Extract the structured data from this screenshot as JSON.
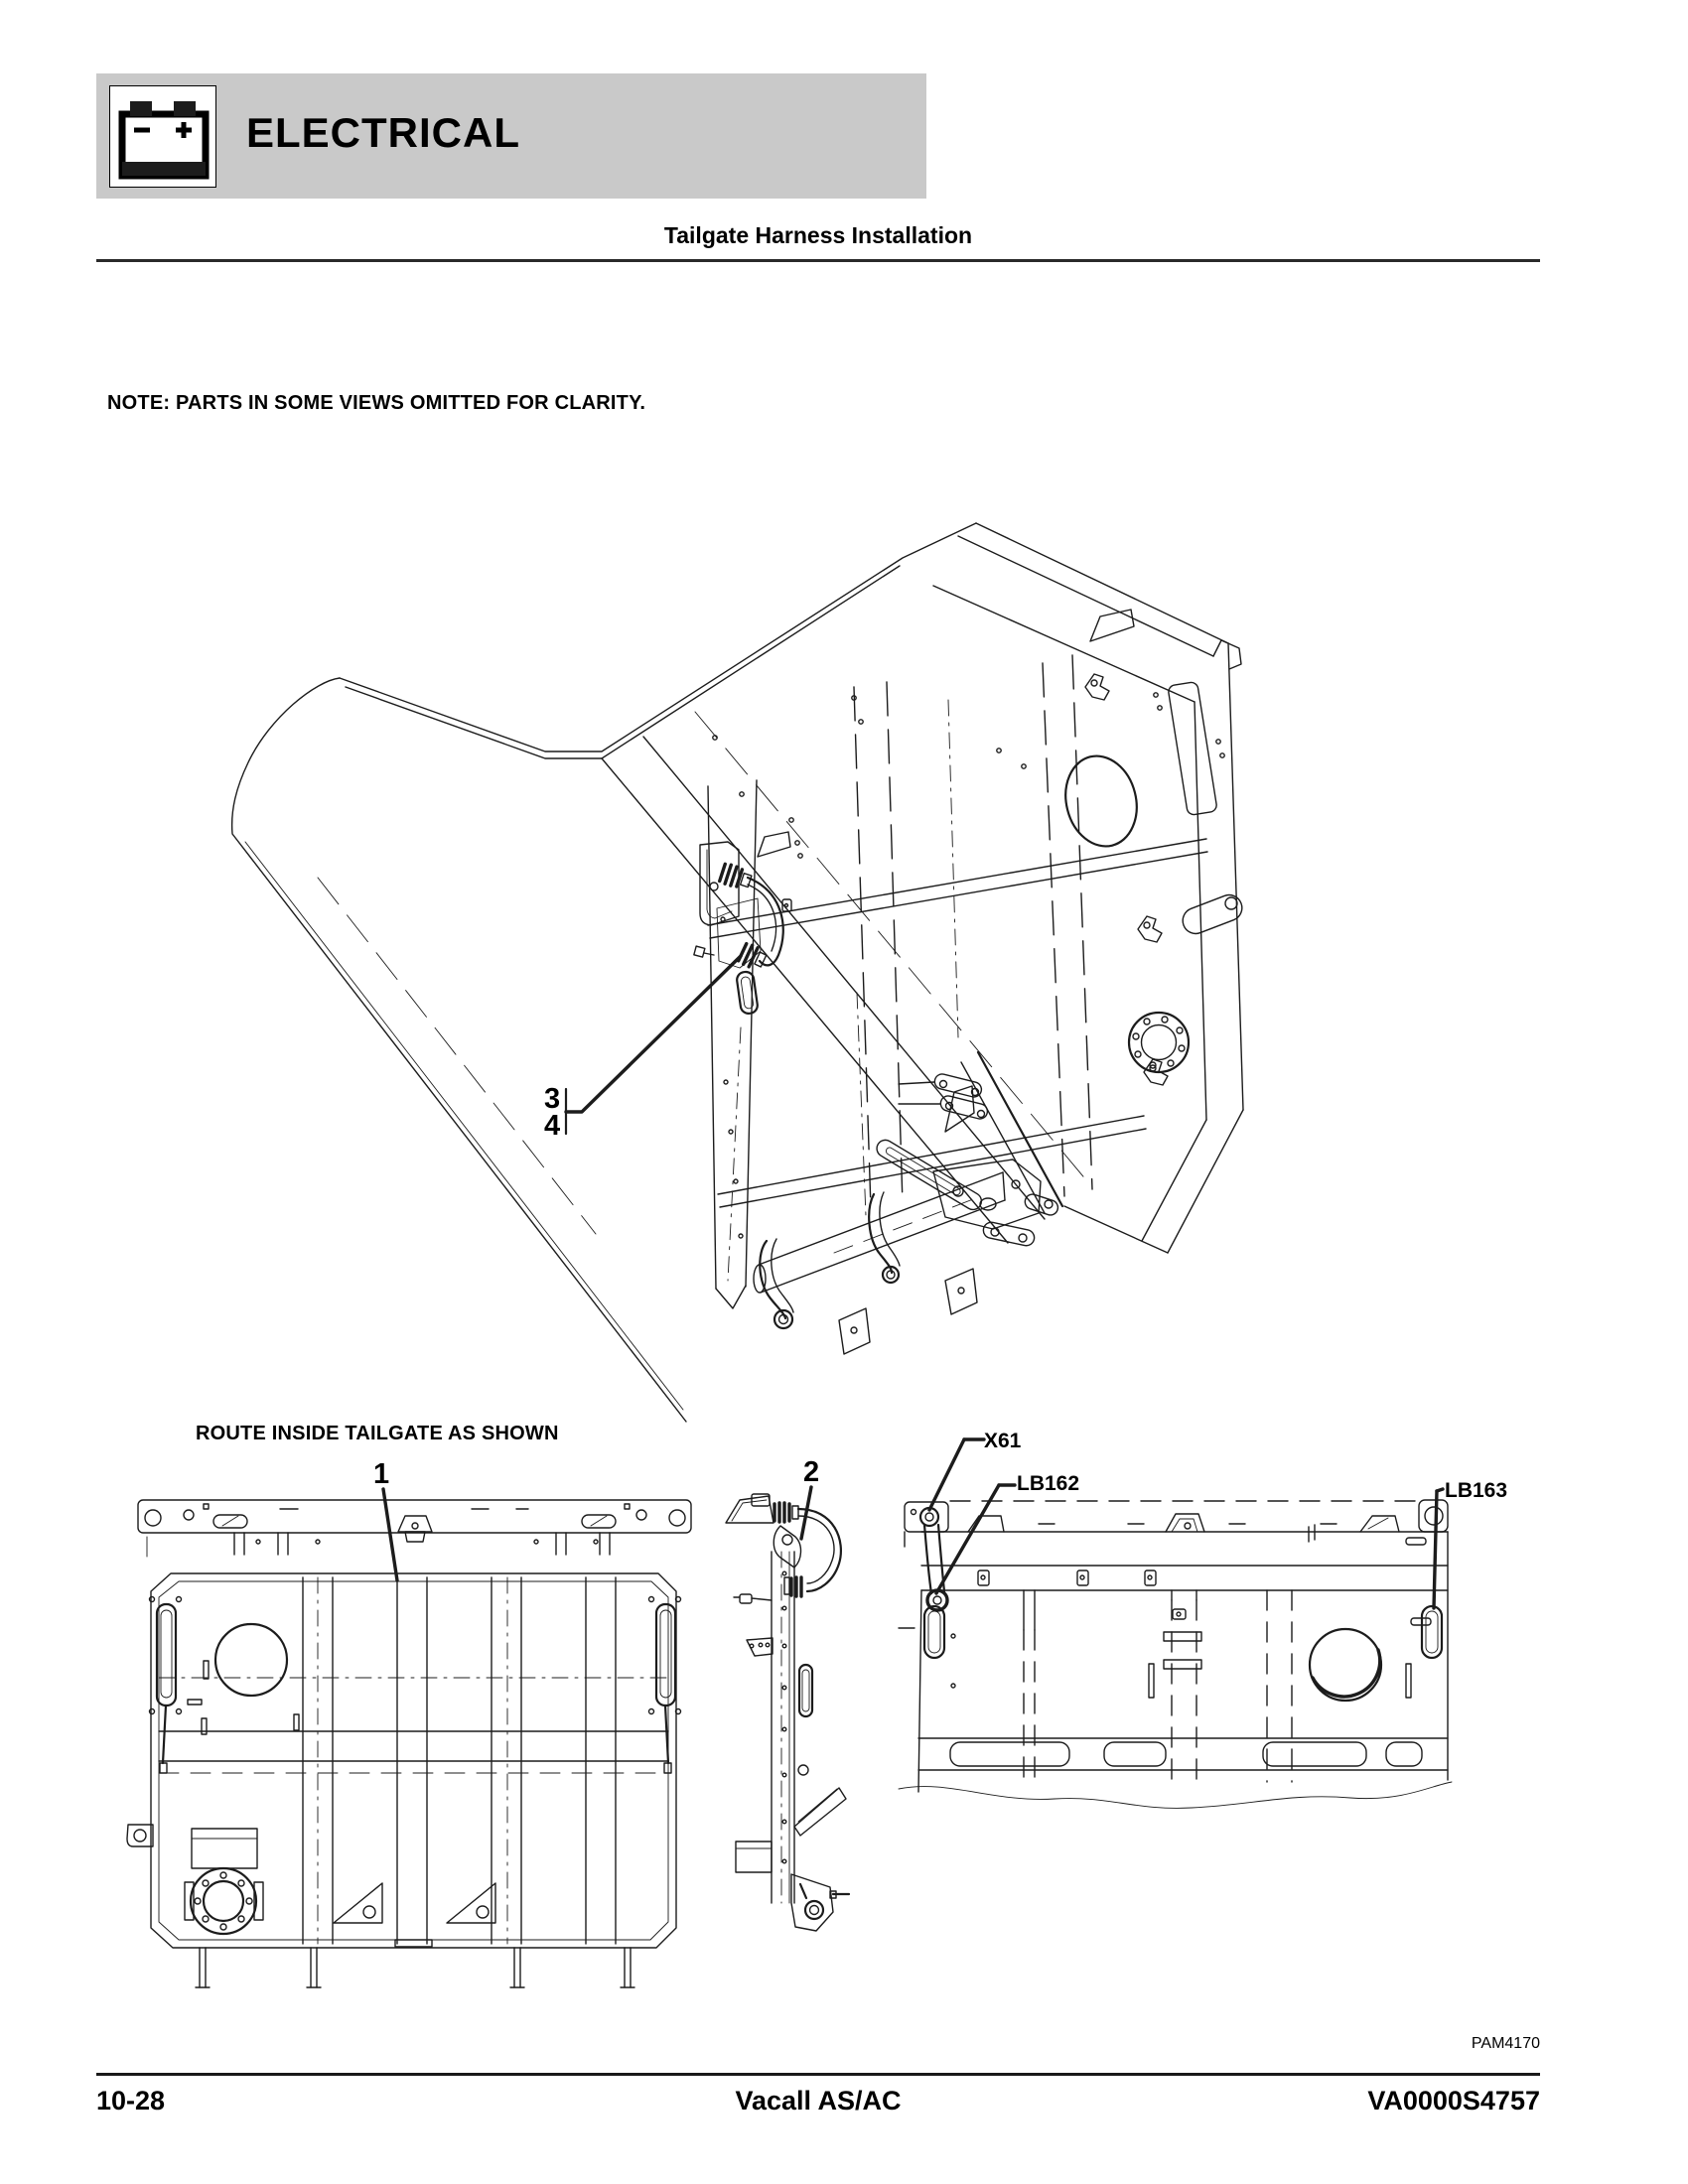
{
  "colors": {
    "banner_bg": "#c9c9c9",
    "ink": "#000000"
  },
  "header": {
    "icon": "battery-icon",
    "section_label": "ELECTRICAL"
  },
  "title": "Tailgate Harness Installation",
  "note": "NOTE: PARTS IN SOME VIEWS OMITTED FOR CLARITY.",
  "figure": {
    "route_instruction": "ROUTE INSIDE TAILGATE AS SHOWN",
    "callouts": {
      "c1": "1",
      "c2": "2",
      "c3": "3",
      "c4": "4",
      "x61": "X61",
      "lb162": "LB162",
      "lb163": "LB163"
    }
  },
  "footer": {
    "figure_ref": "PAM4170",
    "page_number": "10-28",
    "model": "Vacall AS/AC",
    "doc_number": "VA0000S4757"
  }
}
